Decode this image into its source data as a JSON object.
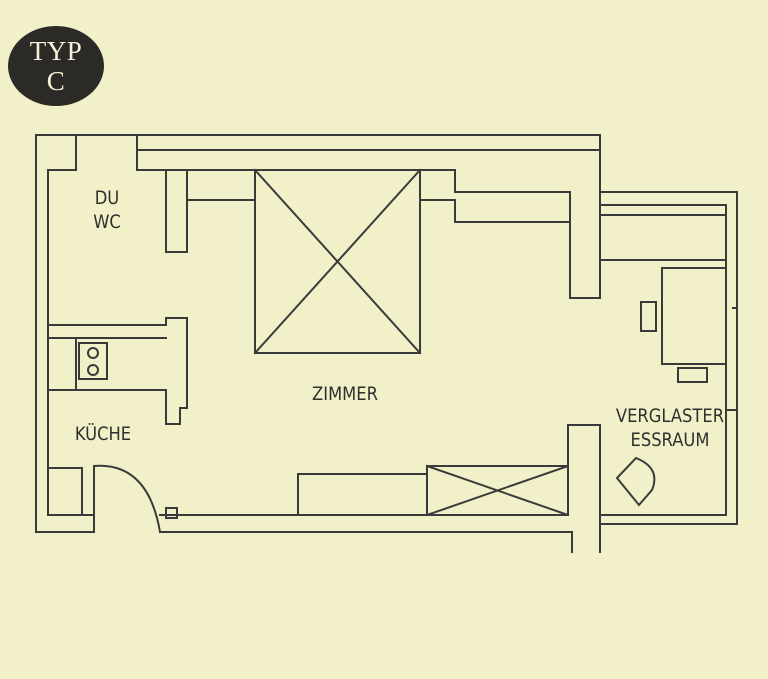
{
  "badge": {
    "line1": "TYP",
    "line2": "C"
  },
  "rooms": {
    "du": "DU",
    "wc": "WC",
    "zimmer": "ZIMMER",
    "kueche": "KÜCHE",
    "verglast_line1": "VERGLASTER",
    "verglast_line2": "ESSRAUM"
  },
  "colors": {
    "paper": "#f1f0c8",
    "ink": "#3a3a3a",
    "badge": "#2c2a27"
  }
}
